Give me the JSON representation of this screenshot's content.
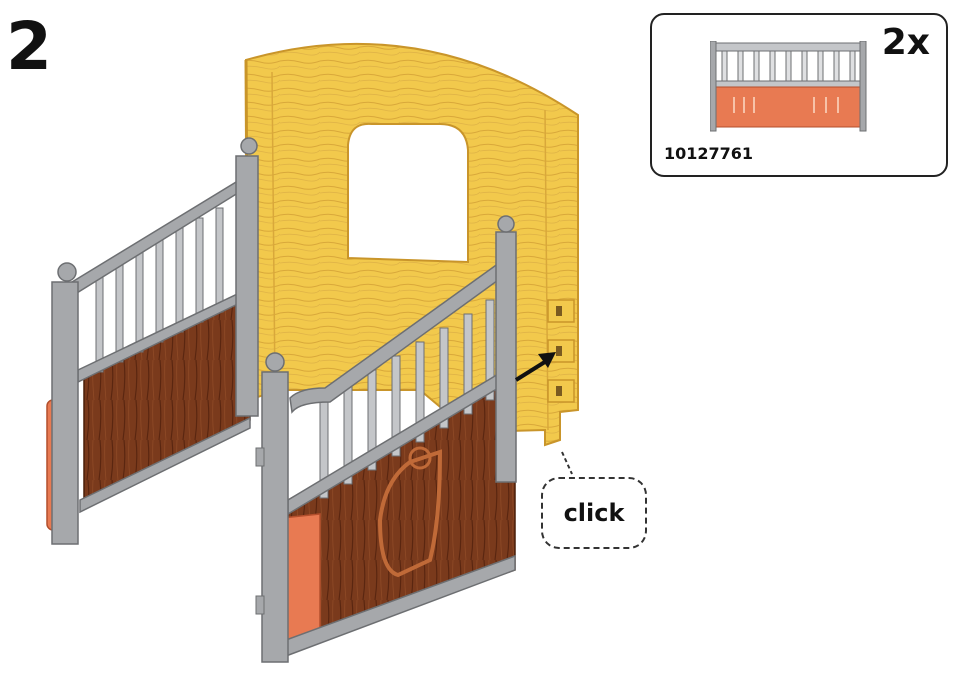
{
  "step": {
    "number": "2"
  },
  "parts": {
    "quantity": "2x",
    "part_number": "10127761"
  },
  "callout": {
    "label": "click"
  },
  "colors": {
    "wall_yellow": "#f2c94c",
    "wall_edge": "#c9952a",
    "rail_gray": "#a6a8ab",
    "rail_dark": "#6d6f72",
    "panel_brown": "#7a3a1c",
    "panel_orange": "#e87a52"
  },
  "icons": [
    "stall-wall-panel",
    "stall-divider-left",
    "stall-divider-right",
    "arrow-icon",
    "divider-part-thumbnail"
  ]
}
